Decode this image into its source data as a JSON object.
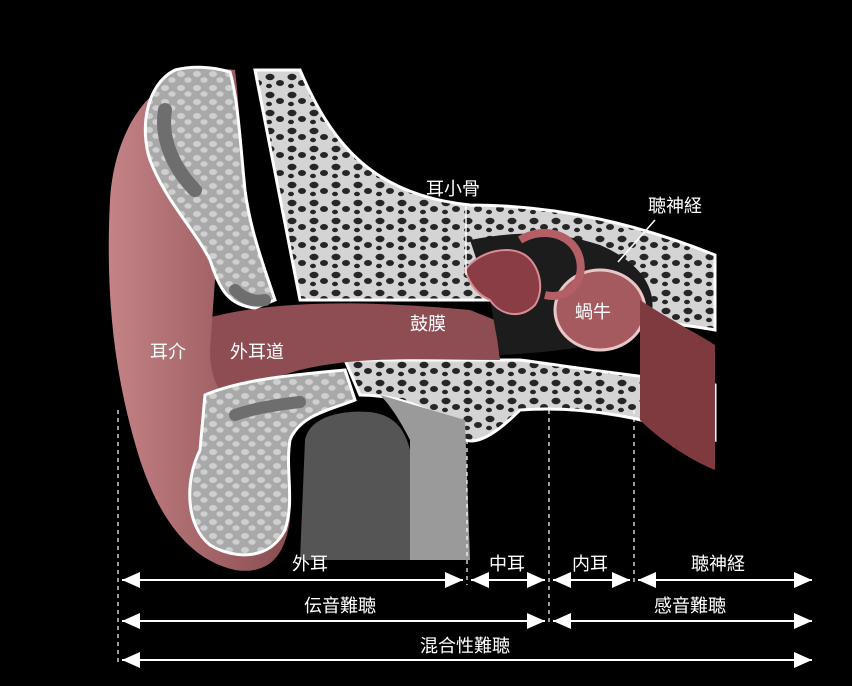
{
  "labels": {
    "auricle": "耳介",
    "ear_canal": "外耳道",
    "ossicles": "耳小骨",
    "auditory_nerve": "聴神経",
    "eardrum": "鼓膜",
    "cochlea": "蝸牛"
  },
  "ranges": {
    "outer_ear": "外耳",
    "middle_ear": "中耳",
    "inner_ear": "内耳",
    "nerve": "聴神経",
    "conductive_loss": "伝音難聴",
    "sensorineural_loss": "感音難聴",
    "mixed_loss": "混合性難聴"
  },
  "colors": {
    "background": "#000000",
    "skin": "#9c5a5e",
    "skin_light": "#c98a8d",
    "bone": "#d9d9d9",
    "bone_hole": "#2a2a2a",
    "line": "#ffffff"
  }
}
